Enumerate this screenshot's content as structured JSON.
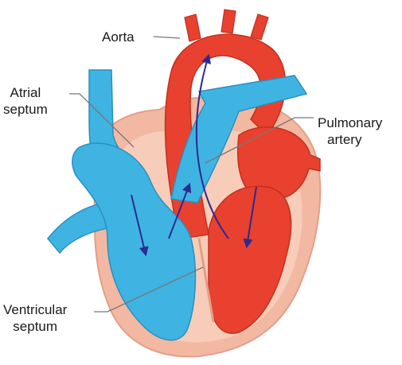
{
  "labels": {
    "aorta": "Aorta",
    "atrial_septum": [
      "Atrial",
      "septum"
    ],
    "pulmonary_artery": [
      "Pulmonary",
      "artery"
    ],
    "ventricular_septum": [
      "Ventricular",
      "septum"
    ]
  },
  "colors": {
    "oxygenated": "#e8412f",
    "oxygenated_dark": "#c2301f",
    "deoxygenated": "#3fb4e2",
    "deoxygenated_dark": "#2a8fc0",
    "pericardium": "#f2b8a2",
    "muscle": "#f5c9b5",
    "flow_arrow": "#2a2a8f",
    "leader_line": "#777777"
  }
}
